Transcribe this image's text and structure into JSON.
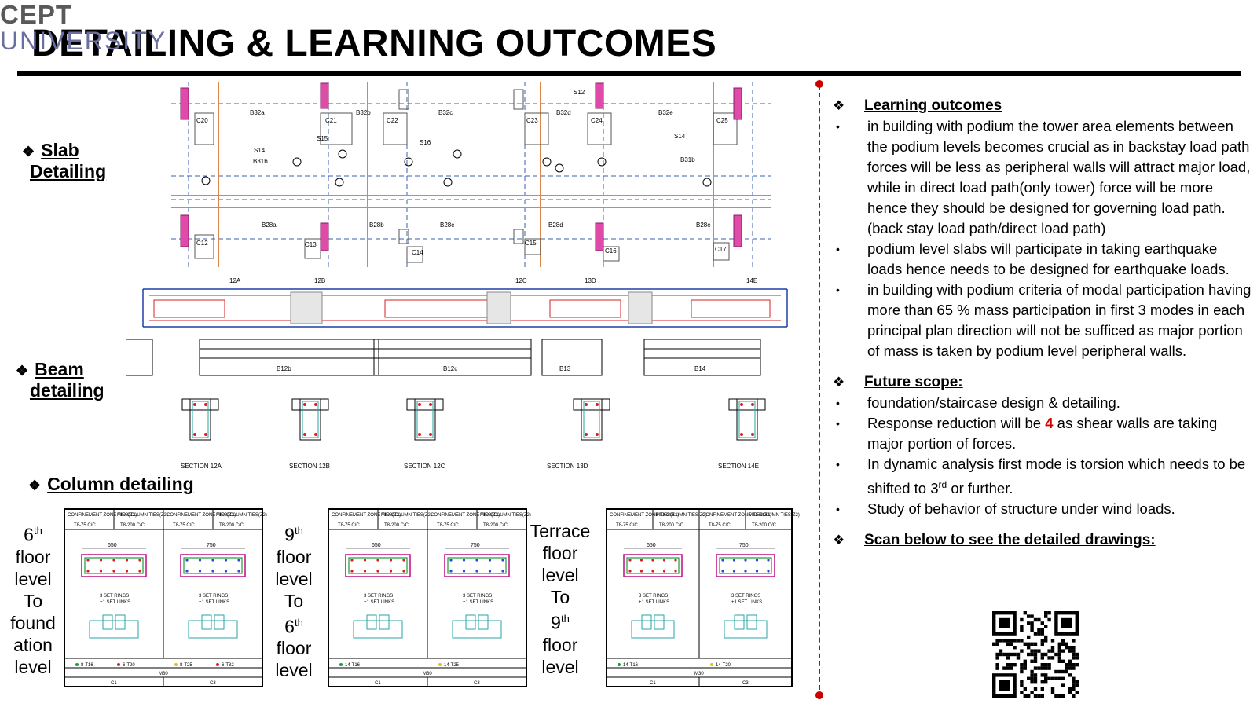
{
  "header": {
    "title": "DETAILING & LEARNING OUTCOMES",
    "logo_line1": "CEPT",
    "logo_line2": "UNIVERSITY"
  },
  "sections": {
    "slab": {
      "line1": "Slab",
      "line2": "Detailing"
    },
    "beam": {
      "line1": "Beam",
      "line2": "detailing"
    },
    "column": {
      "label": "Column detailing"
    }
  },
  "floor_labels": {
    "first": {
      "n": "6",
      "sup": "th",
      "l2": "floor",
      "l3": "level",
      "l4": "To",
      "l5": "found",
      "l6": "ation",
      "l7": "level"
    },
    "second": {
      "n": "9",
      "sup": "th",
      "l2": "floor",
      "l3": "level",
      "l4": "To",
      "l5n": "6",
      "l5sup": "th",
      "l6": "floor",
      "l7": "level"
    },
    "third": {
      "l1": "Terrace",
      "l2": "floor",
      "l3": "level",
      "l4": "To",
      "l5n": "9",
      "l5sup": "th",
      "l6": "floor",
      "l7": "level"
    }
  },
  "slab_labels": [
    "C20",
    "C21",
    "C22",
    "C23",
    "C24",
    "C25",
    "B32a",
    "B32b",
    "B32c",
    "B32d",
    "B32e",
    "S14",
    "S15",
    "S16",
    "S12",
    "C12",
    "C13",
    "C14",
    "C15",
    "C16",
    "C17",
    "B28a",
    "B28b",
    "B28c",
    "B28d",
    "B28e",
    "B31b"
  ],
  "beam_labels": [
    "12A",
    "12B",
    "12C",
    "13D",
    "14E",
    "SECTION 12A",
    "SECTION 12B",
    "SECTION 12C",
    "SECTION 13D",
    "SECTION 14E",
    "B12b",
    "B12c",
    "B13",
    "B14"
  ],
  "column_tables": [
    {
      "h1": "CONFINEMENT ZONE TIES(Z1)",
      "h2": "MID-COLUMN TIES(Z2)",
      "v1": "T8-75 C/C",
      "v2": "T8-200 C/C",
      "dimA": "650",
      "dimB": "750",
      "ringA": "3 SET RINGS",
      "ringB": "+1 SET LINKS",
      "barA": "8-T16",
      "barB": "6-T20",
      "barC": "8-T25",
      "barD": "6-T32",
      "grade": "M30",
      "colA": "C1",
      "colB": "C3"
    },
    {
      "h1": "CONFINEMENT ZONE TIES(Z1)",
      "h2": "MID-COLUMN TIES(Z2)",
      "v1": "T8-75 C/C",
      "v2": "T8-200 C/C",
      "dimA": "650",
      "dimB": "750",
      "ringA": "3 SET RINGS",
      "ringB": "+1 SET LINKS",
      "barA": "14-T16",
      "barB": "",
      "barC": "14-T25",
      "barD": "",
      "grade": "M30",
      "colA": "C1",
      "colB": "C3"
    },
    {
      "h1": "CONFINEMENT ZONE TIES(Z1)",
      "h2": "MID-COLUMN TIES(Z2)",
      "v1": "T8-75 C/C",
      "v2": "T8-200 C/C",
      "dimA": "650",
      "dimB": "750",
      "ringA": "3 SET RINGS",
      "ringB": "+1 SET LINKS",
      "barA": "14-T16",
      "barB": "",
      "barC": "14-T20",
      "barD": "",
      "grade": "M30",
      "colA": "C1",
      "colB": "C3"
    }
  ],
  "right": {
    "learning_heading": "Learning outcomes",
    "learning_items": [
      "in building with podium the tower area elements between the podium levels becomes crucial as in backstay load path forces will be less as peripheral walls will attract major load, while in direct load path(only tower) force will be more hence they should be designed for governing load path.(back stay load path/direct load path)",
      "podium level slabs will participate in taking earthquake loads hence needs to be designed for earthquake loads.",
      "in building with podium criteria of modal participation having more than 65 % mass participation in first 3 modes in each principal plan direction will not be sufficed as major portion of mass is taken by podium level peripheral walls."
    ],
    "future_heading": "Future scope:",
    "future_1": "foundation/staircase design & detailing.",
    "future_2a": "Response reduction will be ",
    "future_2b": "4",
    "future_2c": " as shear walls are taking major portion of forces.",
    "future_3a": "In dynamic analysis first mode is torsion which needs to be shifted to 3",
    "future_3sup": "rd",
    "future_3b": " or further.",
    "future_4": "Study of behavior of structure under wind loads.",
    "scan_heading": "Scan below to see the detailed drawings:"
  },
  "colors": {
    "accent_red": "#cc0000",
    "magenta": "#c21b8c",
    "grid_blue": "#3a5fb0",
    "beam_orange": "#d9864a"
  }
}
